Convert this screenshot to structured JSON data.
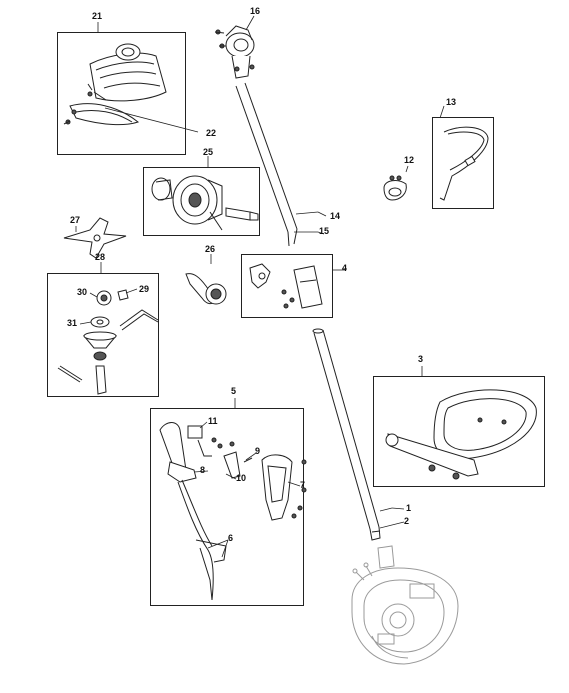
{
  "diagram": {
    "part_numbers": {
      "p1": "1",
      "p2": "2",
      "p3": "3",
      "p4": "4",
      "p5": "5",
      "p6": "6",
      "p7": "7",
      "p8": "8",
      "p9": "9",
      "p10": "10",
      "p11": "11",
      "p12": "12",
      "p13": "13",
      "p14": "14",
      "p15": "15",
      "p16": "16",
      "p21": "21",
      "p22": "22",
      "p25": "25",
      "p26": "26",
      "p27": "27",
      "p28": "28",
      "p29": "29",
      "p30": "30",
      "p31": "31"
    },
    "colors": {
      "line": "#222222",
      "fill": "#ffffff",
      "shade": "#555555",
      "ghost": "#b8b8b8"
    }
  }
}
